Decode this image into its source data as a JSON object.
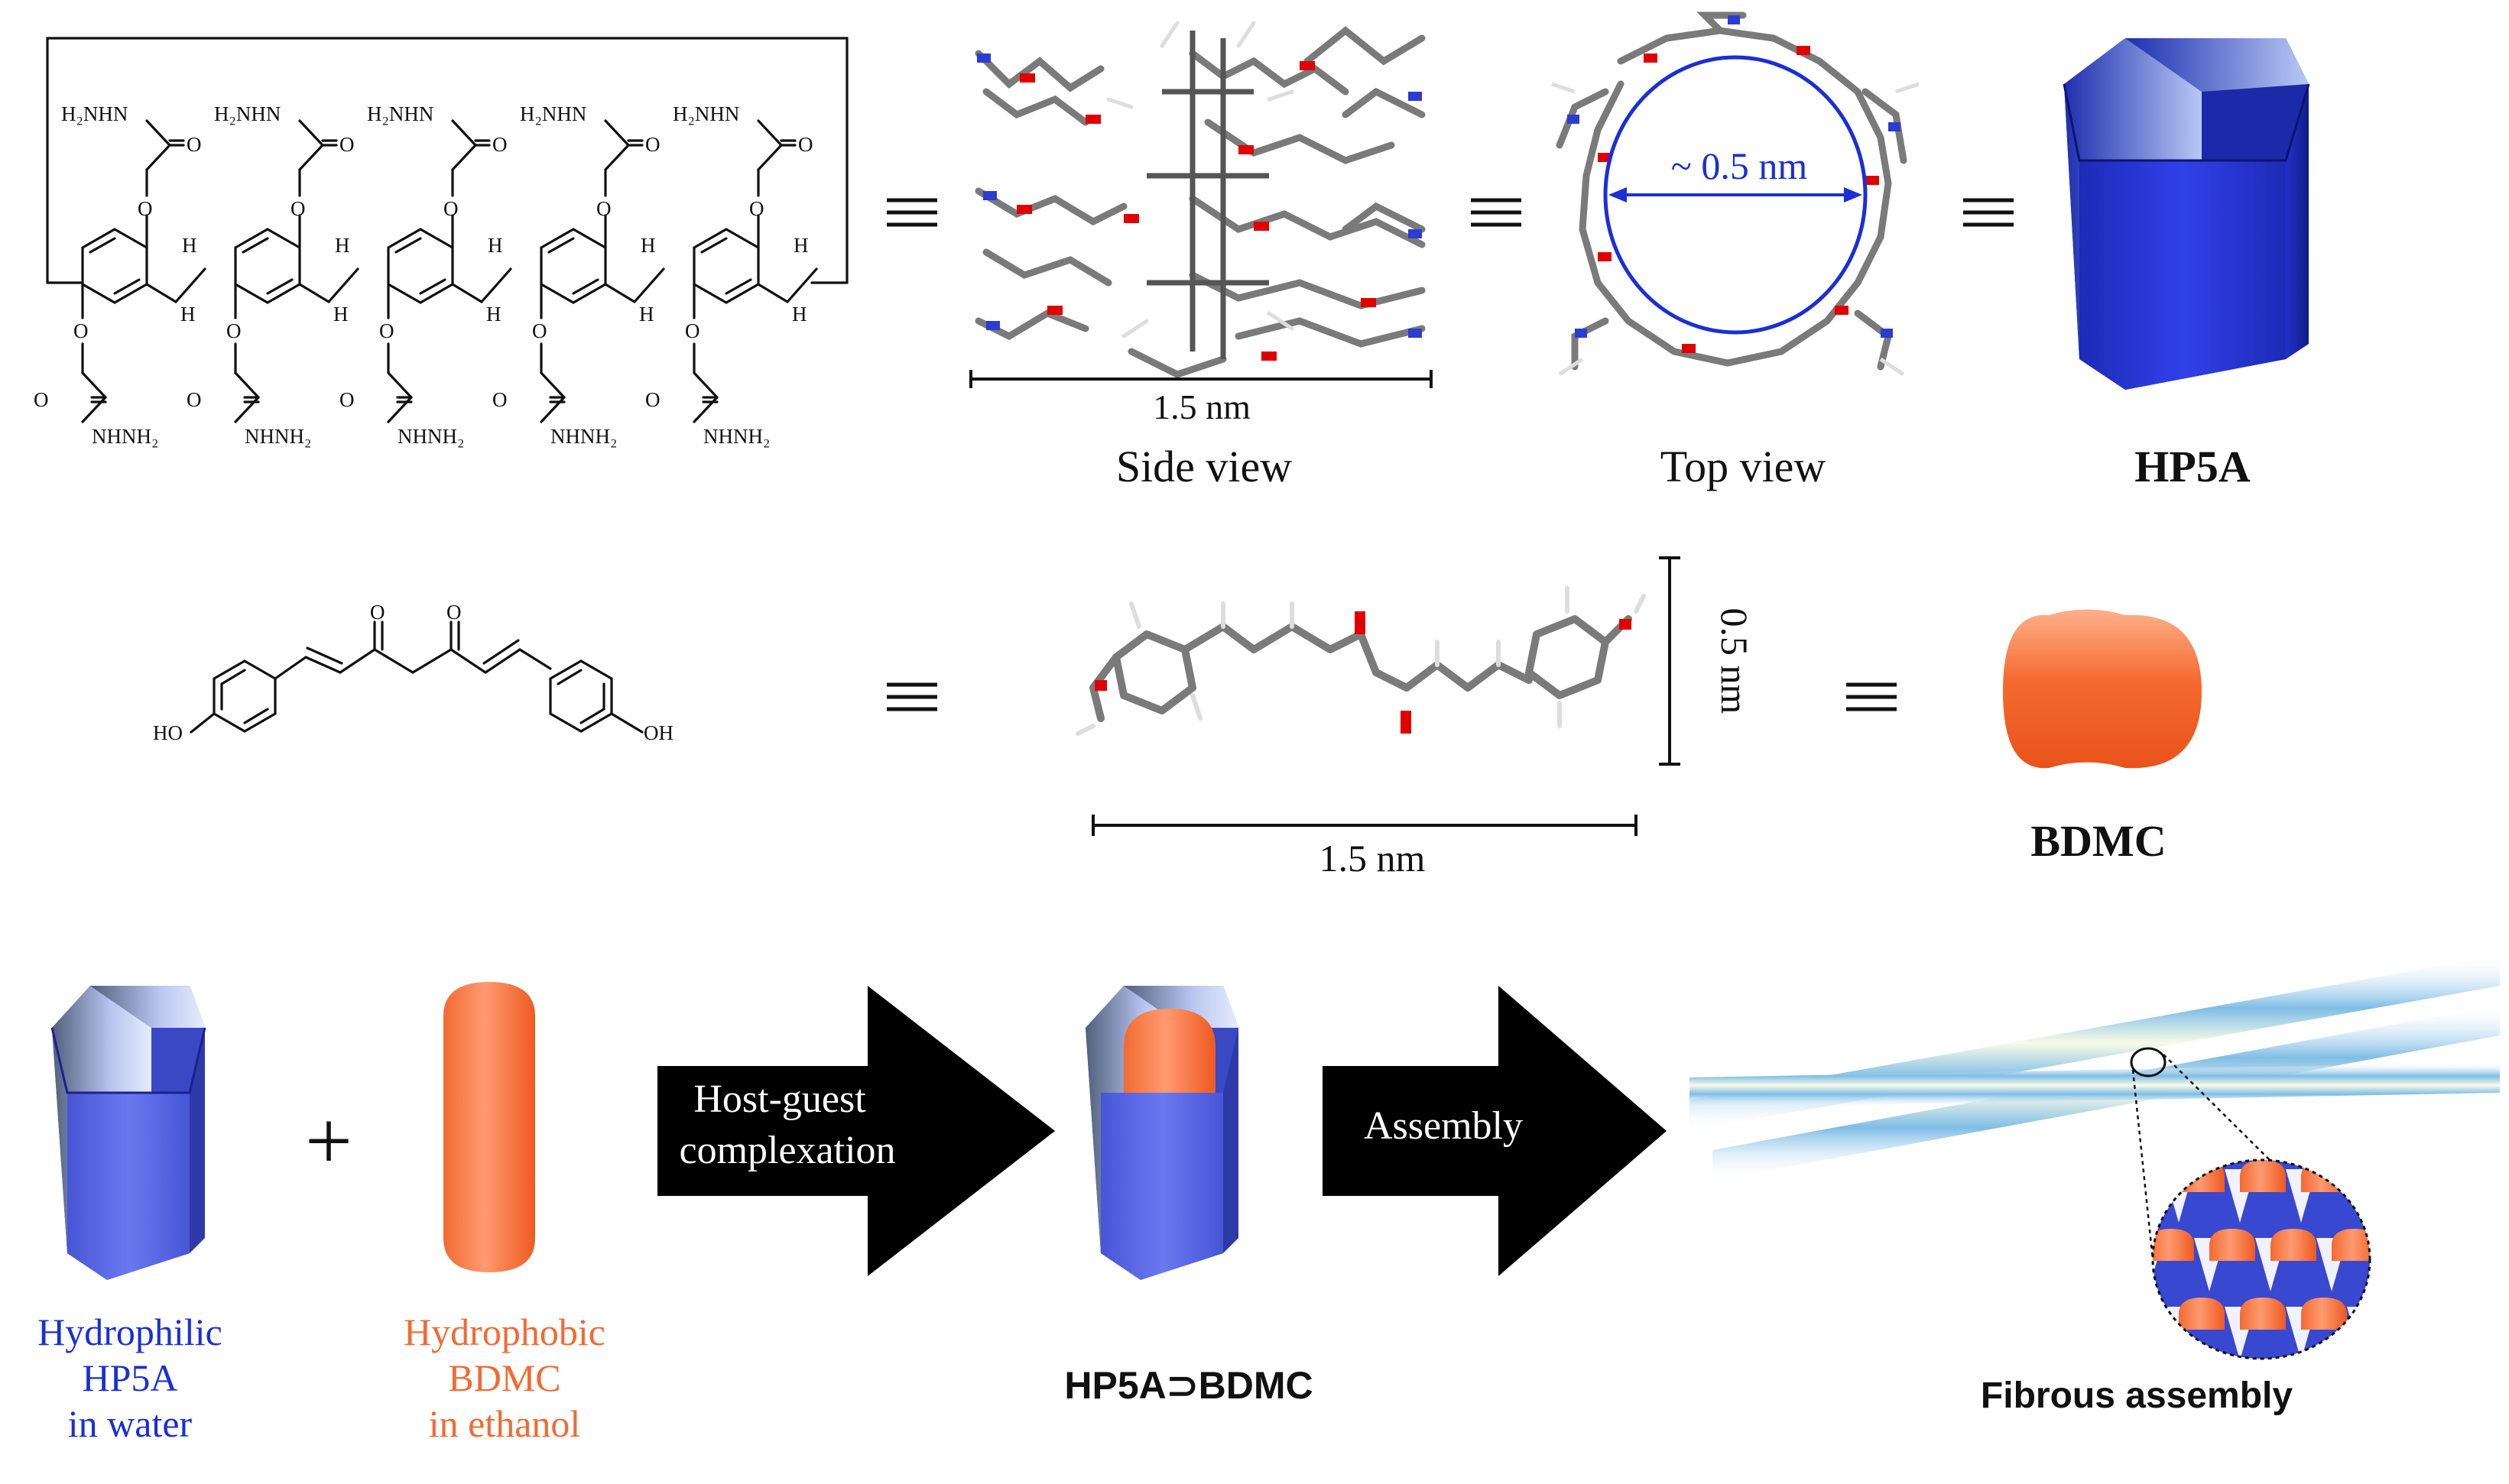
{
  "row1": {
    "structure": {
      "top_group": "H₂NHN",
      "bottom_group": "NHNH₂",
      "oxygen": "O",
      "carbonyl": "O",
      "hydrogen": "H"
    },
    "side_view": {
      "scale": "1.5 nm",
      "caption": "Side view"
    },
    "top_view": {
      "scale": "~ 0.5 nm",
      "caption": "Top view"
    },
    "host": {
      "caption": "HP5A"
    }
  },
  "row2": {
    "structure": {
      "ho_left": "HO",
      "oh_right": "OH",
      "o1": "O",
      "o2": "O"
    },
    "model": {
      "length": "1.5 nm",
      "width": "0.5 nm"
    },
    "guest": {
      "caption": "BDMC"
    }
  },
  "row3": {
    "plus": "+",
    "host_label": [
      "Hydrophilic",
      "HP5A",
      "in water"
    ],
    "guest_label": [
      "Hydrophobic",
      "BDMC",
      "in ethanol"
    ],
    "arrow1": [
      "Host-guest",
      "complexation"
    ],
    "arrow2": "Assembly",
    "complex_label": "HP5A⊃BDMC",
    "assembly_label": "Fibrous assembly"
  },
  "colors": {
    "host_blue": "#2f3ee0",
    "guest_orange": "#f26a32",
    "fiber_blue": "#8ec8ea",
    "host_label_blue": "#1a2fd6",
    "guest_label_orange": "#f26a32",
    "oxygen_red": "#e00000",
    "nitrogen_blue": "#2c3cd0"
  },
  "icons": [
    "pentagonal-prism-icon",
    "capsule-icon",
    "right-arrow-icon",
    "equivalence-icon",
    "zoom-circle-icon"
  ]
}
